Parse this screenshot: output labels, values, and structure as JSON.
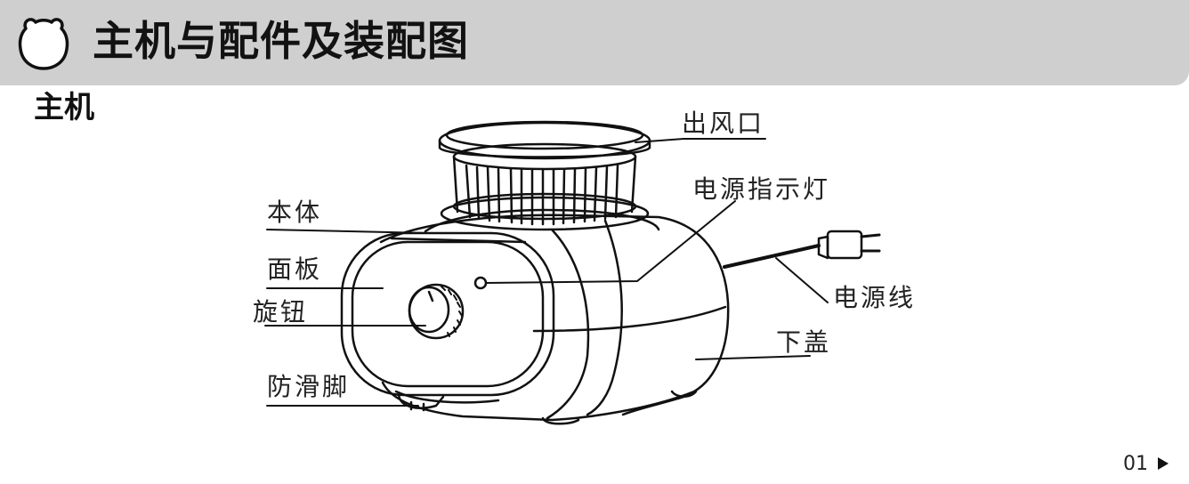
{
  "header": {
    "title": "主机与配件及装配图"
  },
  "section": {
    "title": "主机"
  },
  "callouts": {
    "air_outlet": "出风口",
    "power_indicator": "电源指示灯",
    "body": "本体",
    "panel": "面板",
    "knob": "旋钮",
    "power_cord": "电源线",
    "lower_cover": "下盖",
    "anti_slip_feet": "防滑脚"
  },
  "footer": {
    "page_number": "01",
    "next_icon": "play-triangle-icon"
  },
  "colors": {
    "header_band": "#cfcfcf",
    "line_art": "#111111"
  }
}
